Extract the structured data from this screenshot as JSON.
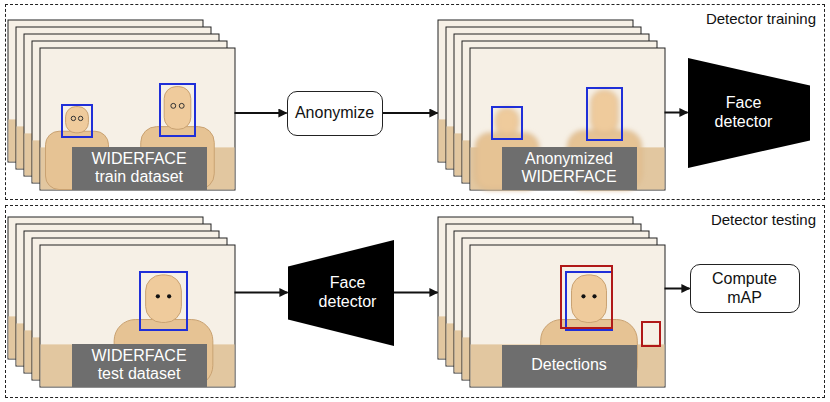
{
  "diagram": {
    "nodes": [
      {
        "text": [
          "Detector training"
        ]
      },
      {
        "text": [
          "WIDERFACE train dataset"
        ],
        "in": 0
      },
      {
        "text": [
          "Anonymize"
        ],
        "in": 0
      },
      {
        "text": [
          "Anonymized WIDERFACE"
        ],
        "in": 0
      },
      {
        "text": [
          "Face detector"
        ],
        "in": 0
      },
      {
        "text": [
          "Detector testing"
        ]
      },
      {
        "text": [
          "WIDERFACE test dataset"
        ],
        "in": 5
      },
      {
        "text": [
          "Face detector"
        ],
        "in": 5
      },
      {
        "text": [
          "Detections"
        ],
        "in": 5
      },
      {
        "text": [
          "Compute mAP"
        ],
        "in": 5
      }
    ],
    "edges": [
      {
        "from": 1,
        "to": 2,
        "arrow": "to"
      },
      {
        "from": 2,
        "to": 3,
        "arrow": "to"
      },
      {
        "from": 3,
        "to": 4,
        "arrow": "to"
      },
      {
        "from": 6,
        "to": 7,
        "arrow": "to"
      },
      {
        "from": 7,
        "to": 8,
        "arrow": "to"
      },
      {
        "from": 8,
        "to": 9,
        "arrow": "to"
      }
    ]
  }
}
